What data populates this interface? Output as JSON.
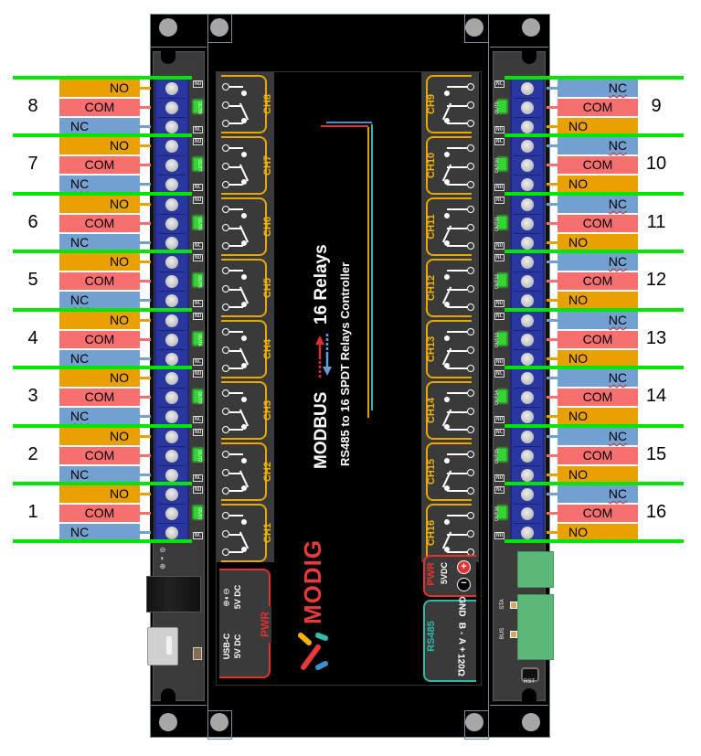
{
  "product": {
    "brand": "MODIG",
    "title_line1_prefix": "MODBUS",
    "title_line1_suffix": "16 Relays",
    "title_line2": "RS485 to 16 SPDT Relays Controller"
  },
  "colors": {
    "no": "#e8a100",
    "com": "#f76f6f",
    "nc": "#72a0d0",
    "separator": "#00e600",
    "channel_accent": "#f0b400",
    "pwr_accent": "#e53030",
    "rs485_accent": "#2fb8a6",
    "terminal_block": "#2b37a0"
  },
  "left_groups": [
    {
      "number": "8",
      "channel": "CH8",
      "pins": [
        "NO",
        "COM",
        "NC"
      ]
    },
    {
      "number": "7",
      "channel": "CH7",
      "pins": [
        "NO",
        "COM",
        "NC"
      ]
    },
    {
      "number": "6",
      "channel": "CH6",
      "pins": [
        "NO",
        "COM",
        "NC"
      ]
    },
    {
      "number": "5",
      "channel": "CH5",
      "pins": [
        "NO",
        "COM",
        "NC"
      ]
    },
    {
      "number": "4",
      "channel": "CH4",
      "pins": [
        "NO",
        "COM",
        "NC"
      ]
    },
    {
      "number": "3",
      "channel": "CH3",
      "pins": [
        "NO",
        "COM",
        "NC"
      ]
    },
    {
      "number": "2",
      "channel": "CH2",
      "pins": [
        "NO",
        "COM",
        "NC"
      ]
    },
    {
      "number": "1",
      "channel": "CH1",
      "pins": [
        "NO",
        "COM",
        "NC"
      ]
    }
  ],
  "right_groups": [
    {
      "number": "9",
      "channel": "CH9",
      "pins": [
        "NC",
        "COM",
        "NO"
      ]
    },
    {
      "number": "10",
      "channel": "CH10",
      "pins": [
        "NC",
        "COM",
        "NO"
      ]
    },
    {
      "number": "11",
      "channel": "CH11",
      "pins": [
        "NC",
        "COM",
        "NO"
      ]
    },
    {
      "number": "12",
      "channel": "CH12",
      "pins": [
        "NC",
        "COM",
        "NO"
      ]
    },
    {
      "number": "13",
      "channel": "CH13",
      "pins": [
        "NC",
        "COM",
        "NO"
      ]
    },
    {
      "number": "14",
      "channel": "CH14",
      "pins": [
        "NC",
        "COM",
        "NO"
      ]
    },
    {
      "number": "15",
      "channel": "CH15",
      "pins": [
        "NC",
        "COM",
        "NO"
      ]
    },
    {
      "number": "16",
      "channel": "CH16",
      "pins": [
        "NC",
        "COM",
        "NO"
      ]
    }
  ],
  "silkscreen": {
    "no": "NO",
    "nc": "NC",
    "out_prefix": "OUT"
  },
  "left_power": {
    "section": "PWR",
    "usb_line1": "USB-C",
    "usb_line2": "5V DC",
    "jack_symbol": "⊕◐⊖",
    "jack_label": "5V DC"
  },
  "right_power": {
    "section": "PWR",
    "label": "5VDC",
    "plus": "+",
    "minus": "−"
  },
  "rs485": {
    "section": "RS485",
    "pins": [
      "GND",
      "B -",
      "A +",
      "120Ω"
    ]
  },
  "right_connectors": {
    "led_sta": "STA",
    "led_bus": "BUS",
    "reset": "RST"
  }
}
